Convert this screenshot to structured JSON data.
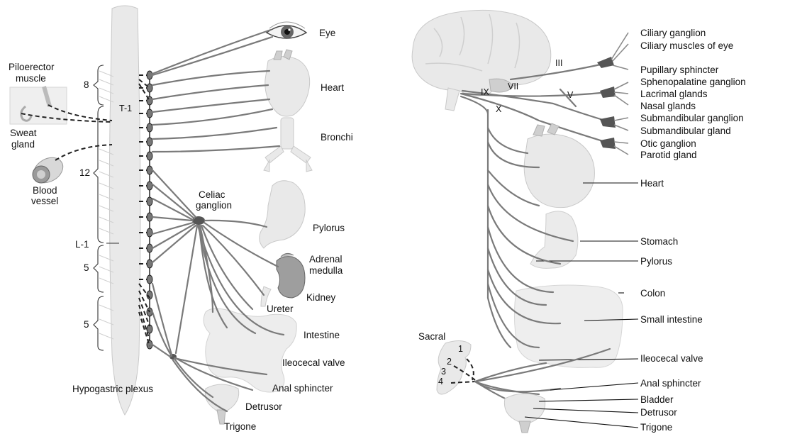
{
  "sympathetic": {
    "spinal_levels": {
      "t8": "8",
      "t1": "T-1",
      "t12": "12",
      "l1": "L-1",
      "l5": "5",
      "s5": "5"
    },
    "left_labels": {
      "piloerector": "Piloerector",
      "muscle": "muscle",
      "sweat": "Sweat",
      "gland": "gland",
      "blood": "Blood",
      "vessel": "vessel",
      "hypogastric": "Hypogastric plexus"
    },
    "organ_labels": {
      "eye": "Eye",
      "heart": "Heart",
      "bronchi": "Bronchi",
      "celiac1": "Celiac",
      "celiac2": "ganglion",
      "pylorus": "Pylorus",
      "adrenal1": "Adrenal",
      "adrenal2": "medulla",
      "kidney": "Kidney",
      "ureter": "Ureter",
      "intestine": "Intestine",
      "ileocecal": "Ileocecal valve",
      "anal": "Anal sphincter",
      "detrusor": "Detrusor",
      "trigone": "Trigone"
    }
  },
  "parasympathetic": {
    "cranial_nerves": {
      "iii": "III",
      "vii": "VII",
      "v": "V",
      "ix": "IX",
      "x": "X"
    },
    "sacral_label": "Sacral",
    "sacral_numbers": [
      "1",
      "2",
      "3",
      "4"
    ],
    "targets": {
      "ciliary_ganglion": "Ciliary ganglion",
      "ciliary_muscles": "Ciliary muscles of eye",
      "pupillary": "Pupillary sphincter",
      "sphenopalatine": "Sphenopalatine ganglion",
      "lacrimal": "Lacrimal glands",
      "nasal": "Nasal glands",
      "submand_ganglion": "Submandibular ganglion",
      "submand_gland": "Submandibular gland",
      "otic": "Otic ganglion",
      "parotid": "Parotid gland",
      "heart": "Heart",
      "stomach": "Stomach",
      "pylorus": "Pylorus",
      "colon": "Colon",
      "small_intestine": "Small intestine",
      "ileocecal": "Ileocecal valve",
      "anal": "Anal sphincter",
      "bladder": "Bladder",
      "detrusor": "Detrusor",
      "trigone": "Trigone"
    }
  }
}
